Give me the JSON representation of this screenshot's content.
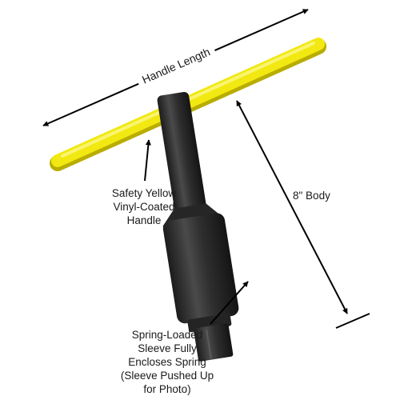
{
  "labels": {
    "handle_length": "Handle Length",
    "body_length": "8\" Body",
    "handle_description": [
      "Safety Yellow",
      "Vinyl-Coated",
      "Handle"
    ],
    "sleeve_description": [
      "Spring-Loaded",
      "Sleeve Fully",
      "Encloses Spring",
      "(Sleeve Pushed Up",
      "for Photo)"
    ]
  },
  "colors": {
    "handle": "#f2e812",
    "handle_highlight": "#fbf77a",
    "handle_shadow": "#b8ad00",
    "body": "#2b2b2b",
    "body_highlight": "#555555",
    "arrow": "#000000",
    "text": "#1a1a1a"
  }
}
